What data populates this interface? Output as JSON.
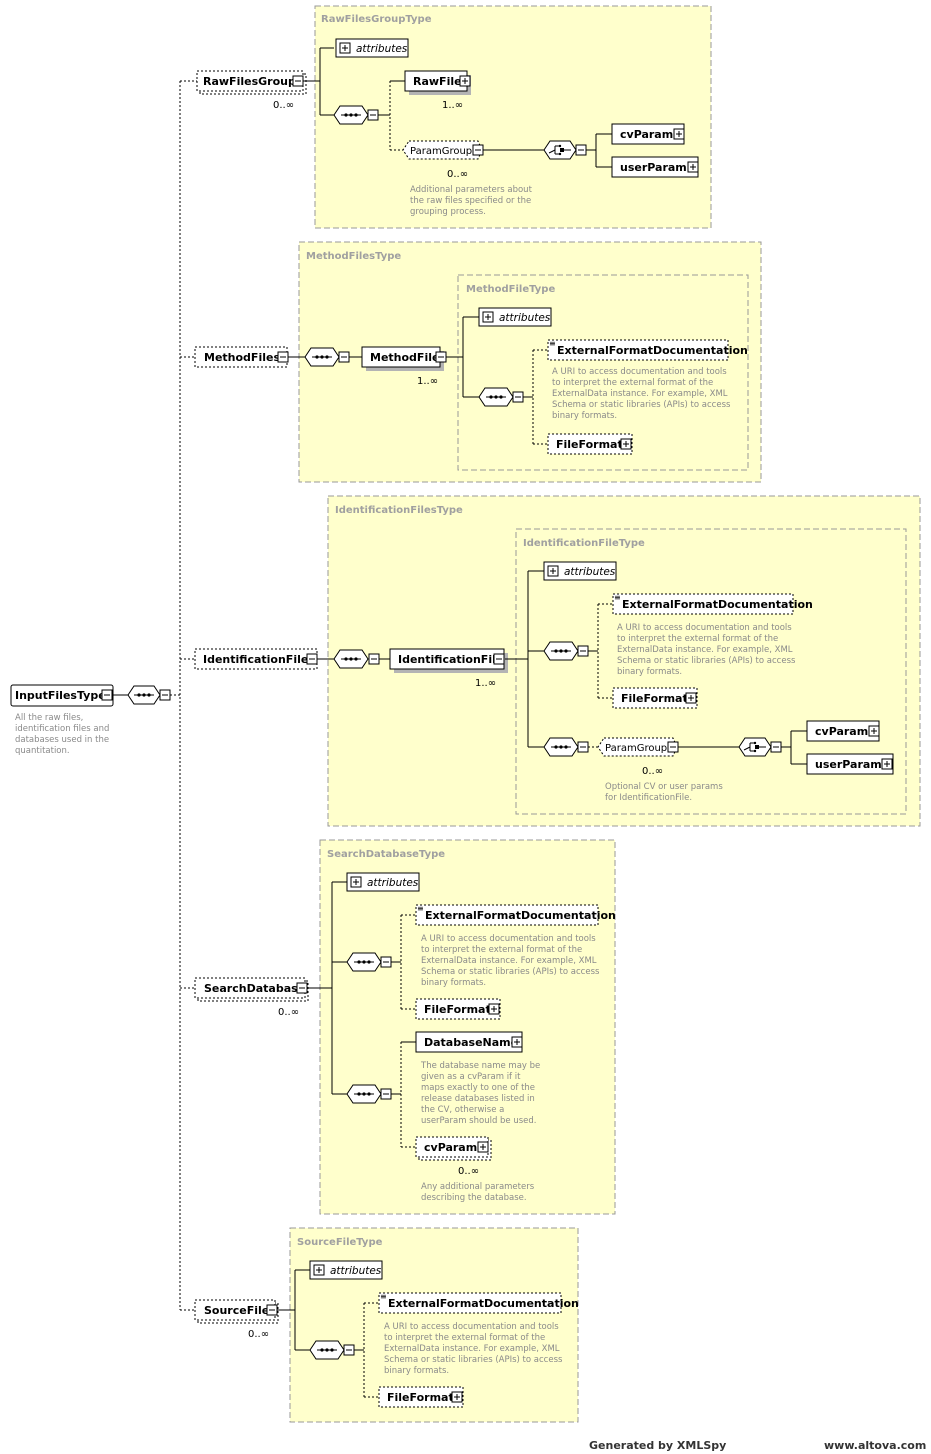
{
  "root": {
    "name": "InputFilesType",
    "doc": [
      "All the raw files,",
      "identification files and",
      "databases used in the",
      "quantitation."
    ]
  },
  "children": {
    "raw_files_group": {
      "name": "RawFilesGroup",
      "card": "0..∞"
    },
    "method_files": {
      "name": "MethodFiles"
    },
    "identification_files": {
      "name": "IdentificationFiles"
    },
    "search_database": {
      "name": "SearchDatabase",
      "card": "0..∞"
    },
    "source_file": {
      "name": "SourceFile",
      "card": "0..∞"
    }
  },
  "raw_files_group_type": {
    "title": "RawFilesGroupType",
    "attributes": "attributes",
    "raw_file": {
      "name": "RawFile",
      "card": "1..∞"
    },
    "param_group": {
      "name": "ParamGroup",
      "card": "0..∞",
      "doc": [
        "Additional parameters about",
        "the raw files specified or the",
        "grouping process."
      ]
    },
    "cv_param": "cvParam",
    "user_param": "userParam"
  },
  "method_files_type": {
    "title": "MethodFilesType",
    "method_file": {
      "name": "MethodFile",
      "card": "1..∞"
    },
    "method_file_type": {
      "title": "MethodFileType",
      "attributes": "attributes",
      "external_format_doc": {
        "name": "ExternalFormatDocumentation",
        "doc": [
          "A URI to access documentation and tools",
          "to interpret the external format of the",
          "ExternalData instance. For example, XML",
          "Schema or static libraries (APIs) to access",
          "binary formats."
        ]
      },
      "file_format": "FileFormat"
    }
  },
  "identification_files_type": {
    "title": "IdentificationFilesType",
    "identification_file": {
      "name": "IdentificationFile",
      "card": "1..∞"
    },
    "identification_file_type": {
      "title": "IdentificationFileType",
      "attributes": "attributes",
      "external_format_doc": {
        "name": "ExternalFormatDocumentation",
        "doc": [
          "A URI to access documentation and tools",
          "to interpret the external format of the",
          "ExternalData instance. For example, XML",
          "Schema or static libraries (APIs) to access",
          "binary formats."
        ]
      },
      "file_format": "FileFormat",
      "param_group": {
        "name": "ParamGroup",
        "card": "0..∞",
        "doc": [
          "Optional CV or user params",
          "for IdentificationFile."
        ]
      },
      "cv_param": "cvParam",
      "user_param": "userParam"
    }
  },
  "search_database_type": {
    "title": "SearchDatabaseType",
    "attributes": "attributes",
    "external_format_doc": {
      "name": "ExternalFormatDocumentation",
      "doc": [
        "A URI to access documentation and tools",
        "to interpret the external format of the",
        "ExternalData instance. For example, XML",
        "Schema or static libraries (APIs) to access",
        "binary formats."
      ]
    },
    "file_format": "FileFormat",
    "database_name": {
      "name": "DatabaseName",
      "doc": [
        "The database name may be",
        "given as a cvParam if it",
        "maps exactly to one of the",
        "release databases listed in",
        "the CV, otherwise a",
        "userParam should be used."
      ]
    },
    "cv_param": {
      "name": "cvParam",
      "card": "0..∞",
      "doc": [
        "Any additional parameters",
        "describing the database."
      ]
    }
  },
  "source_file_type": {
    "title": "SourceFileType",
    "attributes": "attributes",
    "external_format_doc": {
      "name": "ExternalFormatDocumentation",
      "doc": [
        "A URI to access documentation and tools",
        "to interpret the external format of the",
        "ExternalData instance. For example, XML",
        "Schema or static libraries (APIs) to access",
        "binary formats."
      ]
    },
    "file_format": "FileFormat"
  },
  "footer": {
    "generated": "Generated by XMLSpy",
    "site": "www.altova.com"
  }
}
